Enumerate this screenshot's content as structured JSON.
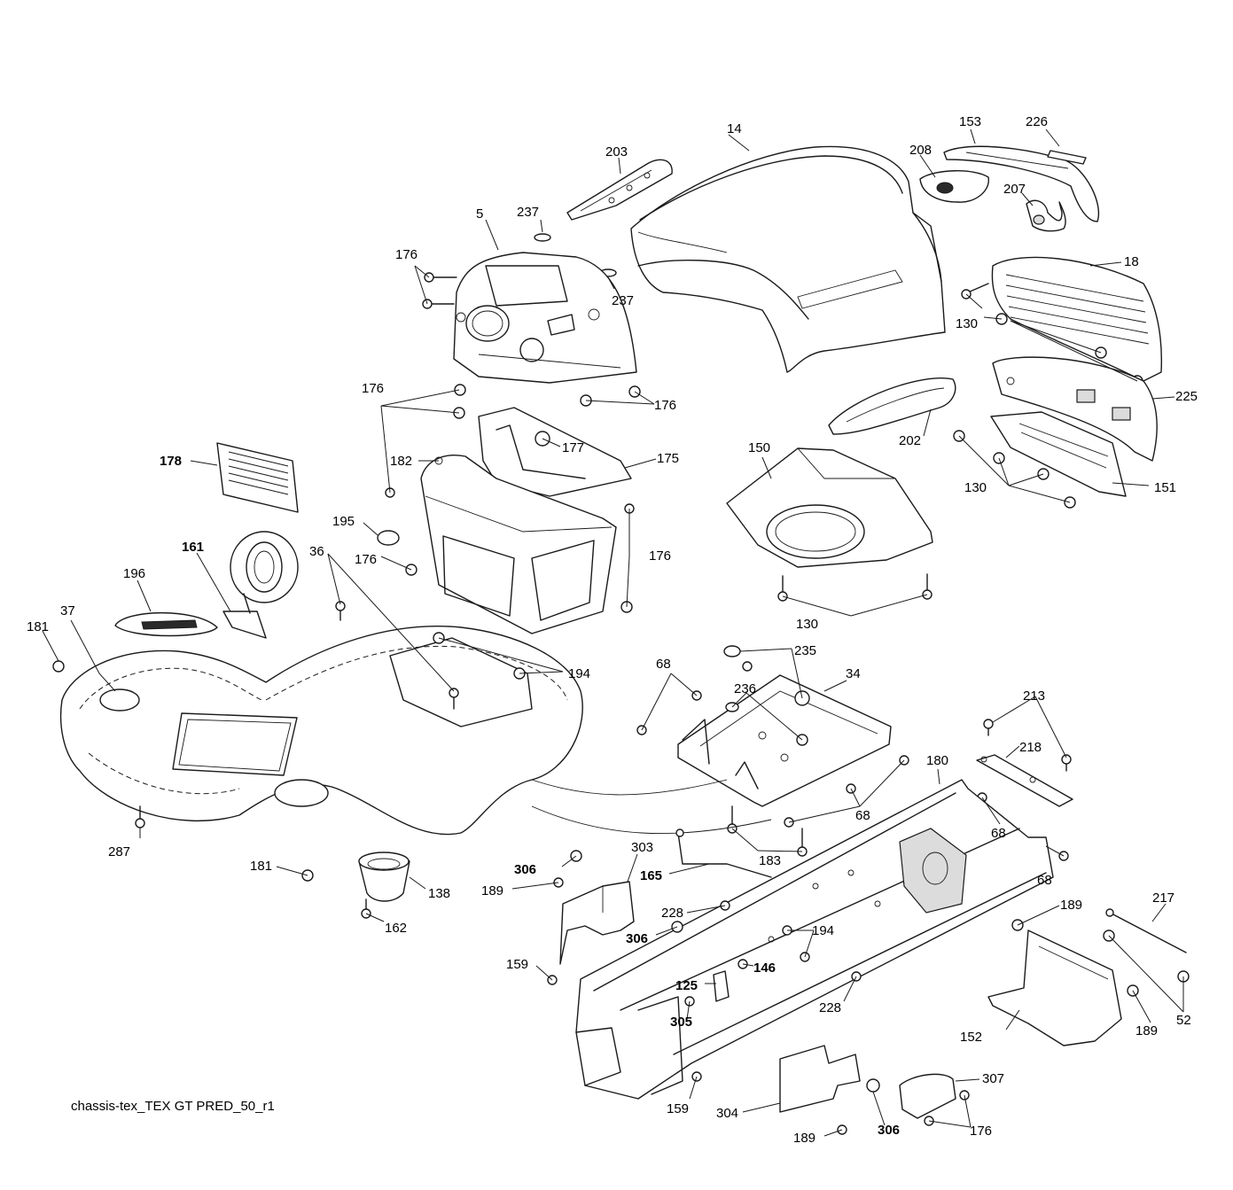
{
  "caption": "chassis-tex_TEX GT PRED_50_r1",
  "callouts": [
    {
      "id": "c14",
      "text": "14",
      "bold": false
    },
    {
      "id": "c153",
      "text": "153",
      "bold": false
    },
    {
      "id": "c226",
      "text": "226",
      "bold": false
    },
    {
      "id": "c203",
      "text": "203",
      "bold": false
    },
    {
      "id": "c208",
      "text": "208",
      "bold": false
    },
    {
      "id": "c207",
      "text": "207",
      "bold": false
    },
    {
      "id": "c237a",
      "text": "237",
      "bold": false
    },
    {
      "id": "c5",
      "text": "5",
      "bold": false
    },
    {
      "id": "c176a",
      "text": "176",
      "bold": false
    },
    {
      "id": "c237b",
      "text": "237",
      "bold": false
    },
    {
      "id": "c18",
      "text": "18",
      "bold": false
    },
    {
      "id": "c130a",
      "text": "130",
      "bold": false
    },
    {
      "id": "c176b",
      "text": "176",
      "bold": false
    },
    {
      "id": "c176c",
      "text": "176",
      "bold": false
    },
    {
      "id": "c225",
      "text": "225",
      "bold": false
    },
    {
      "id": "c177",
      "text": "177",
      "bold": false
    },
    {
      "id": "c202",
      "text": "202",
      "bold": false
    },
    {
      "id": "c175",
      "text": "175",
      "bold": false
    },
    {
      "id": "c178",
      "text": "178",
      "bold": true
    },
    {
      "id": "c182",
      "text": "182",
      "bold": false
    },
    {
      "id": "c150",
      "text": "150",
      "bold": false
    },
    {
      "id": "c130b",
      "text": "130",
      "bold": false
    },
    {
      "id": "c151",
      "text": "151",
      "bold": false
    },
    {
      "id": "c195",
      "text": "195",
      "bold": false
    },
    {
      "id": "c161",
      "text": "161",
      "bold": true
    },
    {
      "id": "c36",
      "text": "36",
      "bold": false
    },
    {
      "id": "c176d",
      "text": "176",
      "bold": false
    },
    {
      "id": "c176e",
      "text": "176",
      "bold": false
    },
    {
      "id": "c196",
      "text": "196",
      "bold": false
    },
    {
      "id": "c37",
      "text": "37",
      "bold": false
    },
    {
      "id": "c130c",
      "text": "130",
      "bold": false
    },
    {
      "id": "c181a",
      "text": "181",
      "bold": false
    },
    {
      "id": "c235",
      "text": "235",
      "bold": false
    },
    {
      "id": "c68a",
      "text": "68",
      "bold": false
    },
    {
      "id": "c194a",
      "text": "194",
      "bold": false
    },
    {
      "id": "c236",
      "text": "236",
      "bold": false
    },
    {
      "id": "c34",
      "text": "34",
      "bold": false
    },
    {
      "id": "c213",
      "text": "213",
      "bold": false
    },
    {
      "id": "c218",
      "text": "218",
      "bold": false
    },
    {
      "id": "c180",
      "text": "180",
      "bold": false
    },
    {
      "id": "c68b",
      "text": "68",
      "bold": false
    },
    {
      "id": "c68c",
      "text": "68",
      "bold": false
    },
    {
      "id": "c287",
      "text": "287",
      "bold": false
    },
    {
      "id": "c183",
      "text": "183",
      "bold": false
    },
    {
      "id": "c306a",
      "text": "306",
      "bold": true
    },
    {
      "id": "c303",
      "text": "303",
      "bold": false
    },
    {
      "id": "c181b",
      "text": "181",
      "bold": false
    },
    {
      "id": "c165",
      "text": "165",
      "bold": true
    },
    {
      "id": "c68d",
      "text": "68",
      "bold": false
    },
    {
      "id": "c138",
      "text": "138",
      "bold": false
    },
    {
      "id": "c189a",
      "text": "189",
      "bold": false
    },
    {
      "id": "c189b",
      "text": "189",
      "bold": false
    },
    {
      "id": "c217",
      "text": "217",
      "bold": false
    },
    {
      "id": "c228a",
      "text": "228",
      "bold": false
    },
    {
      "id": "c162",
      "text": "162",
      "bold": false
    },
    {
      "id": "c306b",
      "text": "306",
      "bold": true
    },
    {
      "id": "c194b",
      "text": "194",
      "bold": false
    },
    {
      "id": "c146",
      "text": "146",
      "bold": true
    },
    {
      "id": "c159a",
      "text": "159",
      "bold": false
    },
    {
      "id": "c125",
      "text": "125",
      "bold": true
    },
    {
      "id": "c228b",
      "text": "228",
      "bold": false
    },
    {
      "id": "c305",
      "text": "305",
      "bold": true
    },
    {
      "id": "c189c",
      "text": "189",
      "bold": false
    },
    {
      "id": "c52",
      "text": "52",
      "bold": false
    },
    {
      "id": "c152",
      "text": "152",
      "bold": false
    },
    {
      "id": "c307",
      "text": "307",
      "bold": false
    },
    {
      "id": "c159b",
      "text": "159",
      "bold": false
    },
    {
      "id": "c304",
      "text": "304",
      "bold": false
    },
    {
      "id": "c306c",
      "text": "306",
      "bold": true
    },
    {
      "id": "c176f",
      "text": "176",
      "bold": false
    },
    {
      "id": "c189d",
      "text": "189",
      "bold": false
    }
  ]
}
